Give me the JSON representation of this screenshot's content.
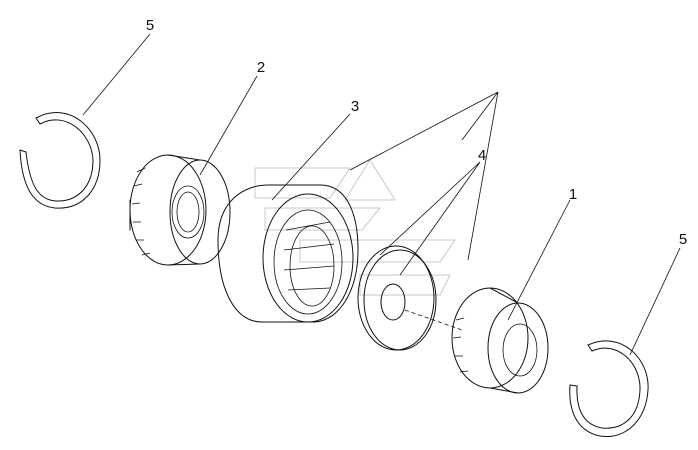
{
  "diagram": {
    "callouts": [
      {
        "id": "c5a",
        "label": "5"
      },
      {
        "id": "c2",
        "label": "2"
      },
      {
        "id": "c3",
        "label": "3"
      },
      {
        "id": "c4",
        "label": "4"
      },
      {
        "id": "c1",
        "label": "1"
      },
      {
        "id": "c5b",
        "label": "5"
      }
    ],
    "colors": {
      "line": "#111111",
      "watermark": "#c8c8c8",
      "background": "#ffffff"
    }
  }
}
